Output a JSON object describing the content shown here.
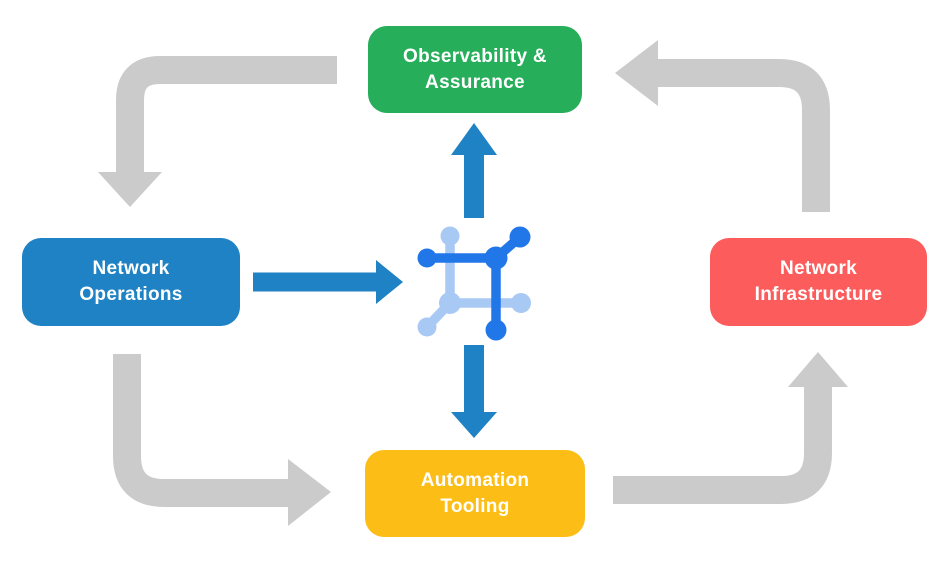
{
  "canvas": {
    "background": "#FFFFFF"
  },
  "diagram": {
    "nodes": {
      "observability": {
        "label": "Observability &\nAssurance",
        "color": "#27AE5A"
      },
      "operations": {
        "label": "Network\nOperations",
        "color": "#1F82C4"
      },
      "infrastructure": {
        "label": "Network\nInfrastructure",
        "color": "#FD5C5C"
      },
      "automation": {
        "label": "Automation\nTooling",
        "color": "#FCBE16"
      }
    },
    "center_icon": {
      "name": "network-nodes-icon",
      "color_dark": "#2177E8",
      "color_light": "#A9C9F5"
    },
    "arrows": {
      "gray_color": "#CBCBCB",
      "blue_color": "#1F82C4",
      "cycle": [
        {
          "from": "observability",
          "to": "operations"
        },
        {
          "from": "operations",
          "to": "automation"
        },
        {
          "from": "automation",
          "to": "infrastructure"
        },
        {
          "from": "infrastructure",
          "to": "observability"
        }
      ],
      "hub": [
        {
          "from": "operations",
          "to": "center"
        },
        {
          "from": "center",
          "to": "observability"
        },
        {
          "from": "center",
          "to": "automation"
        }
      ]
    }
  }
}
